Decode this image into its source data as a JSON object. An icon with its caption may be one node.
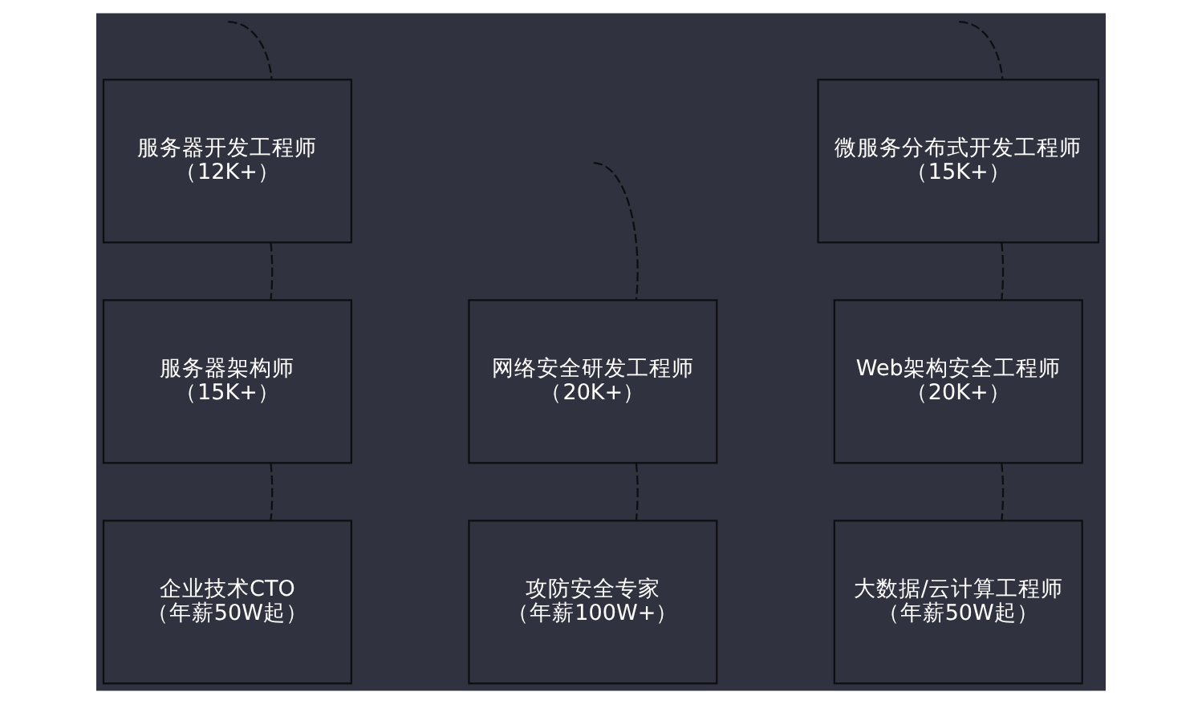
{
  "diagram": {
    "nodes": [
      {
        "text": [
          "服务器开发工程师",
          "（12K+）"
        ]
      },
      {
        "text": [
          "微服务分布式开发工程师",
          "（15K+）"
        ]
      },
      {
        "text": [
          "服务器架构师",
          "（15K+）"
        ]
      },
      {
        "text": [
          "网络安全研发工程师",
          "（20K+）"
        ]
      },
      {
        "text": [
          "Web架构安全工程师",
          "（20K+）"
        ]
      },
      {
        "text": [
          "企业技术CTO",
          "（年薪50W起）"
        ]
      },
      {
        "text": [
          "攻防安全专家",
          "（年薪100W+）"
        ]
      },
      {
        "text": [
          "大数据/云计算工程师",
          "（年薪50W起）"
        ]
      }
    ],
    "edges": [
      {
        "from": null,
        "to": 0,
        "arrow": "none",
        "style": "dashed"
      },
      {
        "from": 0,
        "to": 2,
        "arrow": "none",
        "style": "dashed"
      },
      {
        "from": 2,
        "to": 5,
        "arrow": "none",
        "style": "dashed"
      },
      {
        "from": null,
        "to": 3,
        "arrow": "none",
        "style": "dashed"
      },
      {
        "from": 3,
        "to": 6,
        "arrow": "none",
        "style": "dashed"
      },
      {
        "from": null,
        "to": 1,
        "arrow": "none",
        "style": "dashed"
      },
      {
        "from": 1,
        "to": 4,
        "arrow": "none",
        "style": "dashed"
      },
      {
        "from": 4,
        "to": 7,
        "arrow": "none",
        "style": "dashed"
      }
    ]
  }
}
